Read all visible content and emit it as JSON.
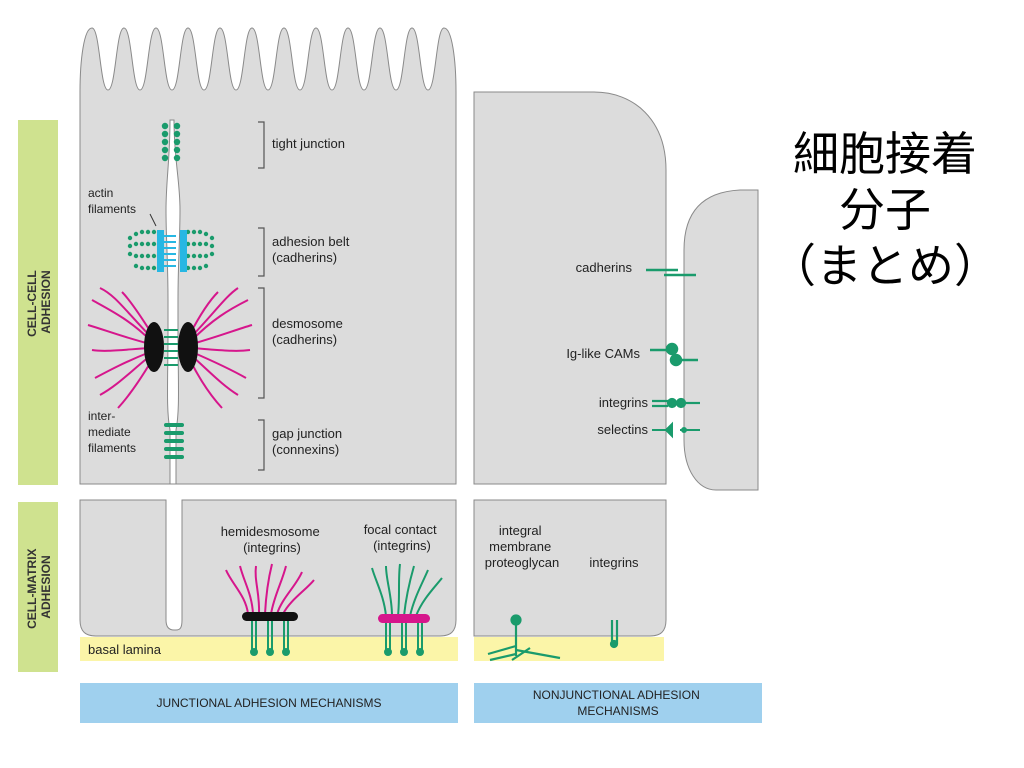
{
  "title": {
    "line1": "細胞接着",
    "line2": "分子",
    "line3": "（まとめ）"
  },
  "side_labels": {
    "cell_cell": [
      "CELL-CELL",
      "ADHESION"
    ],
    "cell_matrix": [
      "CELL-MATRIX",
      "ADHESION"
    ]
  },
  "labels": {
    "tight_junction": "tight junction",
    "actin_filaments": [
      "actin",
      "filaments"
    ],
    "adhesion_belt": [
      "adhesion belt",
      "(cadherins)"
    ],
    "desmosome": [
      "desmosome",
      "(cadherins)"
    ],
    "intermediate_filaments": [
      "inter-",
      "mediate",
      "filaments"
    ],
    "gap_junction": [
      "gap junction",
      "(connexins)"
    ],
    "hemidesmosome": [
      "hemidesmosome",
      "(integrins)"
    ],
    "focal_contact": [
      "focal contact",
      "(integrins)"
    ],
    "basal_lamina": "basal lamina",
    "cadherins": "cadherins",
    "ig_cams": "Ig-like CAMs",
    "integrins_cell": "integrins",
    "selectins": "selectins",
    "integral_proteoglycan": [
      "integral",
      "membrane",
      "proteoglycan"
    ],
    "integrins_matrix": "integrins"
  },
  "bottom_labels": {
    "junctional": "JUNCTIONAL ADHESION MECHANISMS",
    "nonjunctional": [
      "NONJUNCTIONAL ADHESION",
      "MECHANISMS"
    ]
  },
  "colors": {
    "cell": "#dcdcdc",
    "outline": "#8a8a8a",
    "side_bar": "#cfe28f",
    "basal_lamina": "#fbf5a8",
    "bottom_bar": "#9fd0ee",
    "green": "#1a9b6c",
    "cyan": "#27b7e3",
    "magenta": "#d6168c",
    "black": "#111111"
  }
}
